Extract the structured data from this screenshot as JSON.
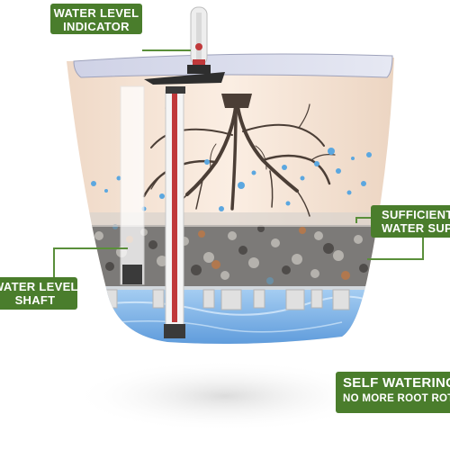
{
  "labels": {
    "water_level_indicator": [
      "WATER LEVEL",
      "INDICATOR"
    ],
    "sufficient_water_supply": [
      "SUFFICIENT",
      "WATER SUPPLY"
    ],
    "water_level_shaft": [
      "WATER LEVEL",
      "SHAFT"
    ],
    "self_watering": [
      "SELF WATERING",
      "NO MORE ROOT ROT"
    ]
  },
  "colors": {
    "label_background": "#4a7d2c",
    "pot_body": "#f6e4d6",
    "water": "#7fb4e6",
    "leader_line": "#5a8f3a"
  }
}
